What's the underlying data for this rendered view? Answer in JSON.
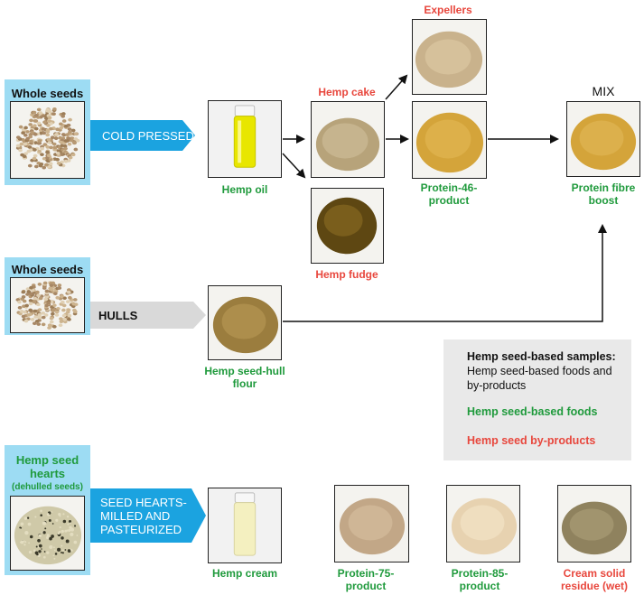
{
  "row1": {
    "source_title": "Whole seeds",
    "process": "COLD PRESSED",
    "hemp_oil": "Hemp oil",
    "hemp_cake": "Hemp cake",
    "expellers": "Expellers",
    "protein46": "Protein-46-product",
    "hemp_fudge": "Hemp fudge",
    "mix": "MIX",
    "protein_fibre": "Protein fibre boost"
  },
  "row2": {
    "source_title": "Whole seeds",
    "process": "HULLS",
    "hull_flour": "Hemp seed-hull flour"
  },
  "legend": {
    "title": "Hemp seed-based samples:",
    "subtitle": "Hemp seed-based foods and by-products",
    "foods": "Hemp seed-based foods",
    "byproducts": "Hemp seed by-products",
    "colors": {
      "foods": "#1f9a3c",
      "byproducts": "#e8473d",
      "background": "#e9e9e9"
    }
  },
  "row3": {
    "source_title": "Hemp seed hearts",
    "source_sub": "(dehulled seeds)",
    "process": "SEED HEARTS-MILLED AND PASTEURIZED",
    "hemp_cream": "Hemp cream",
    "protein75": "Protein-75-product",
    "protein85": "Protein-85-product",
    "cream_residue": "Cream solid residue (wet)"
  },
  "colors": {
    "accent_blue": "#1ba3e0",
    "light_blue": "#9ddcf3",
    "grey_chevron": "#d9d9d9"
  }
}
